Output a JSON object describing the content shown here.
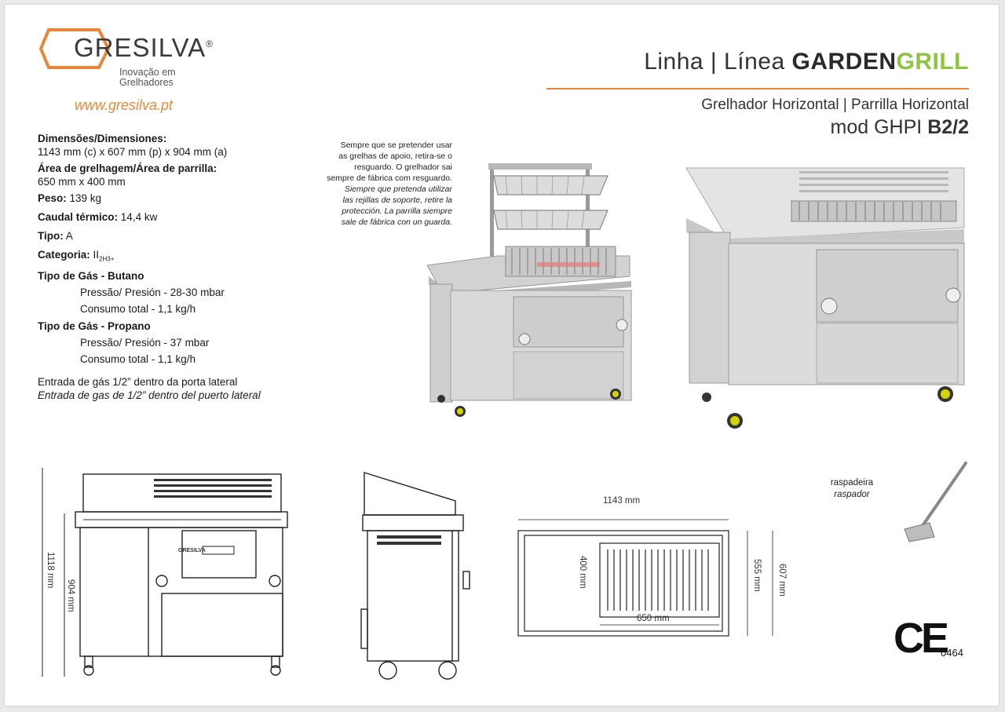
{
  "brand": {
    "name": "GRESILVA",
    "registered": "®",
    "tagline_1": "Inovação em",
    "tagline_2": "Grelhadores",
    "website": "www.gresilva.pt",
    "accent": "#e8873a",
    "green": "#8cc63f"
  },
  "header": {
    "line_label": "Linha | Línea",
    "line_garden": "GARDEN",
    "line_grill": "GRILL",
    "subtitle": "Grelhador Horizontal | Parrilla Horizontal",
    "model_prefix": "mod GHPI",
    "model_code": "B2/2"
  },
  "specs": {
    "dimensions_label": "Dimensões/Dimensiones:",
    "dimensions_value": "1143 mm (c) x 607 mm (p) x 904 mm (a)",
    "grill_area_label": "Área de grelhagem/Área de parrilla:",
    "grill_area_value": "650 mm x 400 mm",
    "weight_label": "Peso:",
    "weight_value": "139 kg",
    "thermal_label": "Caudal térmico:",
    "thermal_value": "14,4 kw",
    "type_label": "Tipo:",
    "type_value": "A",
    "category_label": "Categoria:",
    "category_value": "II",
    "category_sub": "2H3+",
    "butane_label": "Tipo de Gás - Butano",
    "butane_pressure": "Pressão/ Presión - 28-30 mbar",
    "butane_consumption": "Consumo total - 1,1 kg/h",
    "propane_label": "Tipo de Gás - Propano",
    "propane_pressure": "Pressão/ Presión - 37 mbar",
    "propane_consumption": "Consumo total - 1,1 kg/h",
    "gas_inlet_pt": "Entrada de gás 1/2” dentro da porta lateral",
    "gas_inlet_es": "Entrada de gas de 1/2” dentro del puerto lateral"
  },
  "note": {
    "pt_1": "Sempre que se pretender usar",
    "pt_2": "as grelhas de apoio, retira-se o",
    "pt_3": "resguardo. O grelhador sai",
    "pt_4": "sempre de fábrica com resguardo.",
    "es_1": "Siempre que pretenda utilizar",
    "es_2": "las rejillas de soporte, retire la",
    "es_3": "protección. La parrilla siempre",
    "es_4": "sale de fábrica con un guarda."
  },
  "drawings": {
    "front_height_total": "1118 mm",
    "front_height": "904  mm",
    "top_width": "1143 mm",
    "top_grill_depth": "400  mm",
    "top_inner_depth": "555  mm",
    "top_depth": "607  mm",
    "top_grill_width": "650 mm",
    "front_badge": "GRESILVA"
  },
  "accessory": {
    "label_pt": "raspadeira",
    "label_es": "raspador"
  },
  "certification": {
    "mark": "CE",
    "number": "0464"
  }
}
